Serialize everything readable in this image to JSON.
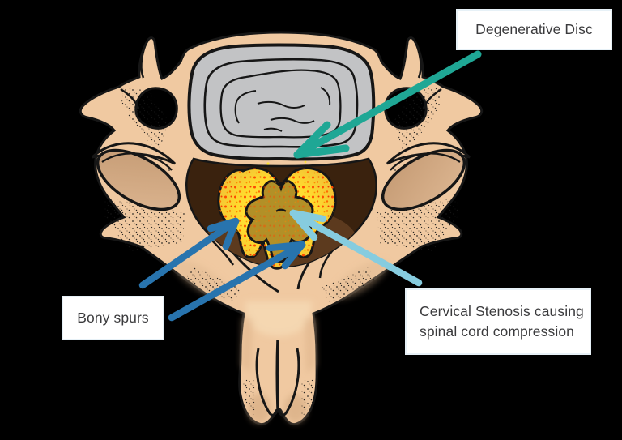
{
  "figure": {
    "background_color": "#000000",
    "illustration": "cervical-vertebra-cross-section"
  },
  "annotations": {
    "degenerative_disc": {
      "label": "Degenerative Disc",
      "arrow_color": "#1FA795"
    },
    "bony_spurs": {
      "label": "Bony spurs",
      "arrow_color": "#2874AE",
      "arrow_count": 2
    },
    "cervical_stenosis": {
      "label_line1": "Cervical Stenosis causing",
      "label_line2": "spinal cord compression",
      "arrow_color": "#86CCDF"
    }
  },
  "palette": {
    "bone": "#F0C9A1",
    "bone_shade": "#D8AF87",
    "facet": "#D2A87E",
    "disc_gray": "#C2C3C5",
    "canal_dark": "#3A220E",
    "canal_light": "#5C3A1E",
    "cord_yellow": "#FFD92E",
    "cord_speckle": "#FF4A00",
    "gray_matter": "#B29027",
    "outline": "#161616",
    "label_text": "#3B3B3D",
    "label_bg": "#FFFFFF"
  }
}
